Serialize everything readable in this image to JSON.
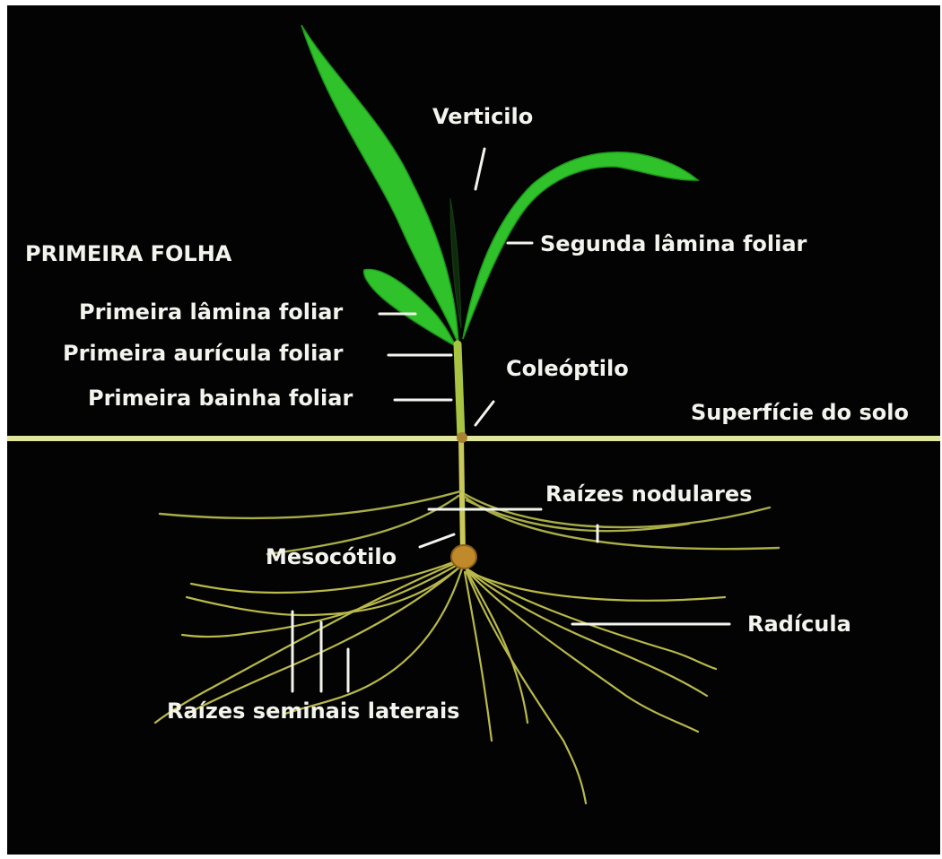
{
  "diagram": {
    "colors": {
      "background": "#030303",
      "leaf": "#2fc22a",
      "leaf_dark": "#1d8f1a",
      "stem": "#c7d26a",
      "soil_line": "#dfe59a",
      "root": "#b9b94a",
      "seed": "#c08a2a",
      "label": "#f4f4ee",
      "leader": "#f4f4ee"
    },
    "labels": {
      "verticilo": "Verticilo",
      "primeira_folha": "PRIMEIRA FOLHA",
      "segunda_lamina": "Segunda lâmina foliar",
      "primeira_lamina": "Primeira lâmina foliar",
      "primeira_auricula": "Primeira aurícula foliar",
      "coleoptilo": "Coleóptilo",
      "primeira_bainha": "Primeira bainha foliar",
      "superficie": "Superfície do solo",
      "raizes_nodulares": "Raízes nodulares",
      "mesocotilo": "Mesocótilo",
      "radicula": "Radícula",
      "raizes_seminais": "Raízes seminais laterais"
    }
  }
}
